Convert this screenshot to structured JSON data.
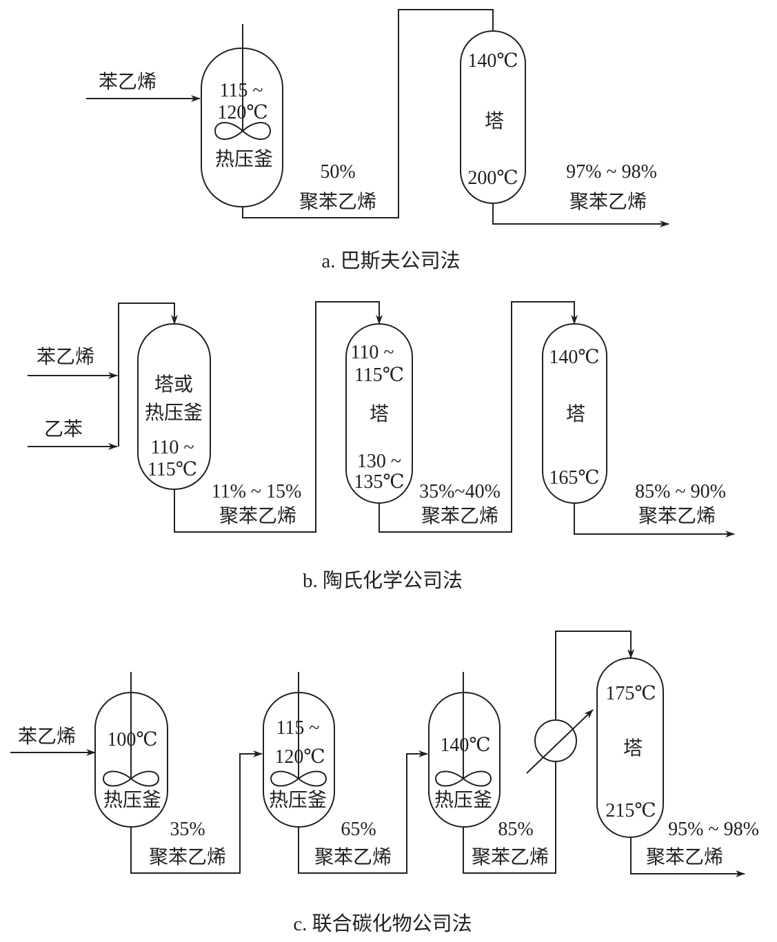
{
  "a": {
    "feed": "苯乙烯",
    "reactor": {
      "temp1": "115 ~",
      "temp2": "120℃",
      "name": "热压釜"
    },
    "product1": {
      "pct": "50%",
      "name": "聚苯乙烯"
    },
    "tower": {
      "top": "140℃",
      "name": "塔",
      "bottom": "200℃"
    },
    "product2": {
      "pct": "97% ~ 98%",
      "name": "聚苯乙烯"
    },
    "caption": "a. 巴斯夫公司法"
  },
  "b": {
    "feed1": "苯乙烯",
    "feed2": "乙苯",
    "v1": {
      "l1": "塔或",
      "l2": "热压釜",
      "l3": "110 ~",
      "l4": "115℃"
    },
    "p1": {
      "pct": "11% ~ 15%",
      "name": "聚苯乙烯"
    },
    "v2": {
      "l1": "110 ~",
      "l2": "115℃",
      "l3": "塔",
      "l4": "130 ~",
      "l5": "135℃"
    },
    "p2": {
      "pct": "35%~40%",
      "name": "聚苯乙烯"
    },
    "v3": {
      "l1": "140℃",
      "l2": "塔",
      "l3": "165℃"
    },
    "p3": {
      "pct": "85% ~ 90%",
      "name": "聚苯乙烯"
    },
    "caption": "b. 陶氏化学公司法"
  },
  "c": {
    "feed": "苯乙烯",
    "r1": {
      "temp": "100℃",
      "name": "热压釜"
    },
    "p1": {
      "pct": "35%",
      "name": "聚苯乙烯"
    },
    "r2": {
      "temp1": "115 ~",
      "temp2": "120℃",
      "name": "热压釜"
    },
    "p2": {
      "pct": "65%",
      "name": "聚苯乙烯"
    },
    "r3": {
      "temp": "140℃",
      "name": "热压釜"
    },
    "p3": {
      "pct": "85%",
      "name": "聚苯乙烯"
    },
    "tower": {
      "top": "175℃",
      "name": "塔",
      "bottom": "215℃"
    },
    "p4": {
      "pct": "95% ~ 98%",
      "name": "聚苯乙烯"
    },
    "caption": "c. 联合碳化物公司法"
  }
}
